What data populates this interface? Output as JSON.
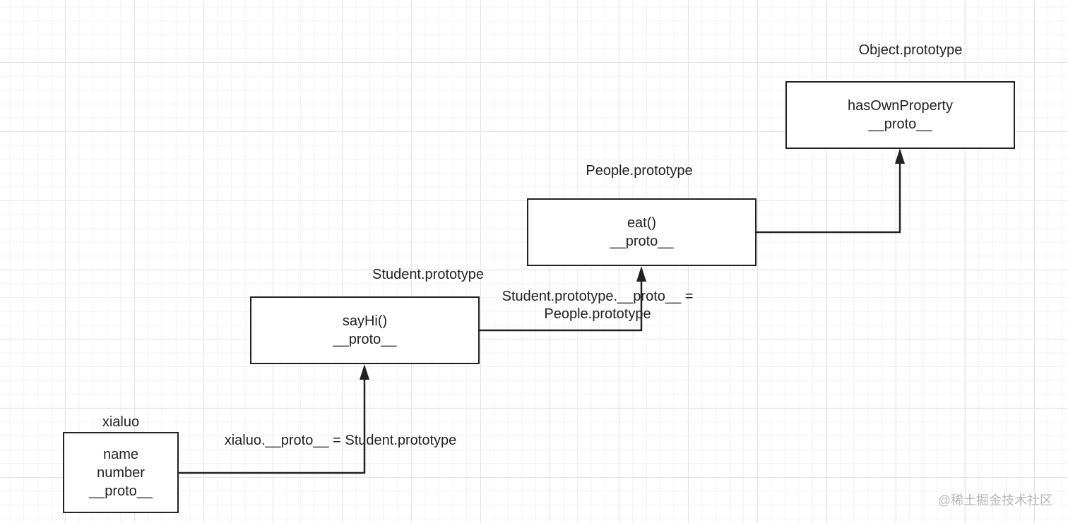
{
  "nodes": {
    "object_prototype": {
      "title": "Object.prototype",
      "lines": [
        "hasOwnProperty",
        "__proto__"
      ]
    },
    "people_prototype": {
      "title": "People.prototype",
      "lines": [
        "eat()",
        "__proto__"
      ]
    },
    "student_prototype": {
      "title": "Student.prototype",
      "lines": [
        "sayHi()",
        "__proto__"
      ]
    },
    "xialuo": {
      "title": "xialuo",
      "lines": [
        "name",
        "number",
        "__proto__"
      ]
    }
  },
  "edges": {
    "xialuo_to_student": {
      "label": "xialuo.__proto__ = Student.prototype"
    },
    "student_to_people": {
      "label_line1": "Student.prototype.__proto__ =",
      "label_line2": "People.prototype"
    },
    "people_to_object": {
      "label": ""
    }
  },
  "watermark": "@稀土掘金技术社区",
  "colors": {
    "stroke": "#222222",
    "grid": "#e4e4e4",
    "watermark": "#b8b8b8"
  }
}
